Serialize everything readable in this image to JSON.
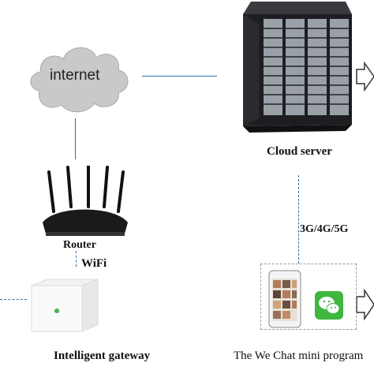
{
  "nodes": {
    "internet": "internet",
    "cloud_server": "Cloud server",
    "router": "Router",
    "wifi": "WiFi",
    "network": "3G/4G/5G",
    "gateway": "Intelligent gateway",
    "mini_program": "The We Chat mini program"
  },
  "colors": {
    "connector": "#2f6fa3",
    "cloud": "#c9c9c9",
    "server_body": "#1e1e22",
    "wechat": "#3fb63f"
  }
}
